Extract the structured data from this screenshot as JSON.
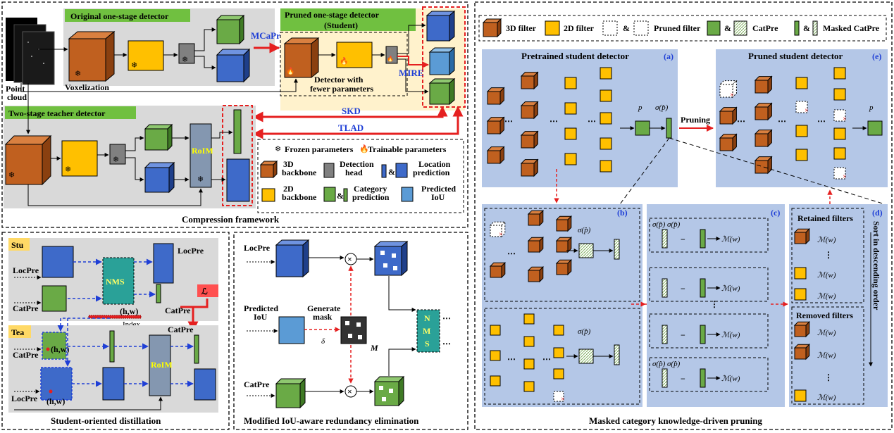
{
  "panels": {
    "original_detector": "Original one-stage detector",
    "pruned_detector": "Pruned one-stage detector",
    "pruned_detector_sub": "(Student)",
    "teacher_detector": "Two-stage teacher detector",
    "compression_framework": "Compression framework",
    "student_distillation": "Student-oriented distillation",
    "modified_iou": "Modified IoU-aware redundancy elimination",
    "masked_pruning": "Masked category knowledge-driven pruning",
    "pretrained_student": "Pretrained student detector",
    "pruned_student": "Pruned student detector"
  },
  "labels": {
    "point_cloud": "Point\ncloud",
    "voxelization": "Voxelization",
    "mcapr": "MCaPr",
    "mire": "MIRE",
    "skd": "SKD",
    "tlad": "TLAD",
    "detector_fewer": "Detector with\nfewer parameters",
    "roim": "RoIM",
    "frozen": "Frozen parameters",
    "trainable": "Trainable parameters",
    "backbone3d": "3D\nbackbone",
    "detection_head": "Detection\nhead",
    "location_prediction": "Location\nprediction",
    "backbone2d": "2D\nbackbone",
    "category_prediction": "Category\nprediction",
    "predicted_iou_legend": "Predicted\nIoU",
    "filter3d": "3D filter",
    "filter2d": "2D filter",
    "pruned_filter": "Pruned filter",
    "catpre_legend": "CatPre",
    "masked_catpre": "Masked CatPre",
    "pruning": "Pruning",
    "stu": "Stu",
    "tea": "Tea",
    "locpre": "LocPre",
    "catpre": "CatPre",
    "nms": "NMS",
    "index": "Index",
    "hw": "(h,w)",
    "predicted_iou": "Predicted\nIoU",
    "generate_mask": "Generate\nmask",
    "retained_filters": "Retained filters",
    "removed_filters": "Removed filters",
    "sort_order": "Sort in descending order",
    "amp": "&",
    "sub_a": "(a)",
    "sub_b": "(b)",
    "sub_c": "(c)",
    "sub_d": "(d)",
    "sub_e": "(e)",
    "minus": "−",
    "dots": "⋯",
    "vdots": "⋮"
  },
  "colors": {
    "orange": "#c0601f",
    "yellow": "#ffc000",
    "green": "#6aaa46",
    "blue": "#3e6ac9",
    "lightblue": "#5b9bd5",
    "gray": "#808080",
    "panel_gray": "#d9d9d9",
    "panel_yellow": "#fff2cc",
    "panel_lightblue": "#b4c7e7",
    "title_green": "#70c040",
    "arrow_red": "#e52020",
    "text_blue": "#1f3fd6"
  }
}
